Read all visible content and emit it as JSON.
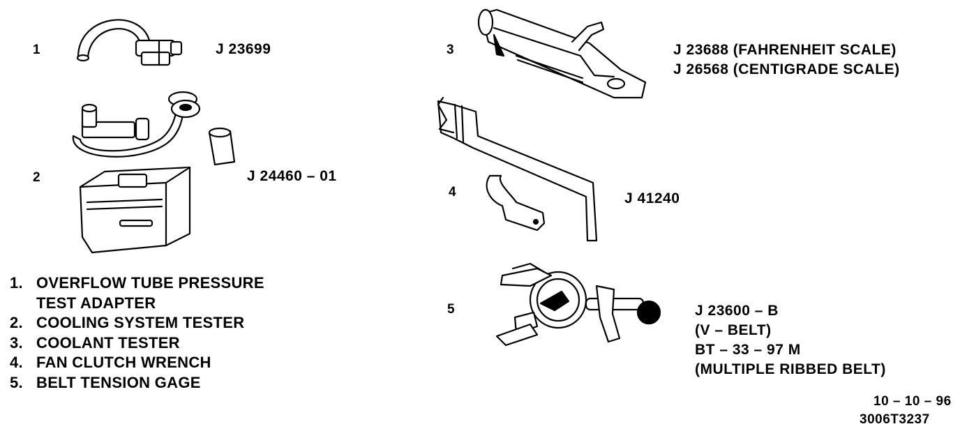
{
  "tools": [
    {
      "number": "1",
      "part": "J 23699"
    },
    {
      "number": "2",
      "part": "J 24460 – 01"
    },
    {
      "number": "3",
      "part_lines": [
        "J 23688 (FAHRENHEIT SCALE)",
        "J 26568 (CENTIGRADE SCALE)"
      ]
    },
    {
      "number": "4",
      "part": "J 41240"
    },
    {
      "number": "5",
      "part_lines": [
        "J 23600 – B",
        "(V – BELT)",
        "BT – 33 – 97 M",
        "(MULTIPLE RIBBED BELT)"
      ]
    }
  ],
  "legend": [
    {
      "n": "1.",
      "lines": [
        "OVERFLOW TUBE PRESSURE",
        "TEST ADAPTER"
      ]
    },
    {
      "n": "2.",
      "lines": [
        "COOLING SYSTEM TESTER"
      ]
    },
    {
      "n": "3.",
      "lines": [
        "COOLANT TESTER"
      ]
    },
    {
      "n": "4.",
      "lines": [
        "FAN CLUTCH WRENCH"
      ]
    },
    {
      "n": "5.",
      "lines": [
        "BELT TENSION GAGE"
      ]
    }
  ],
  "footer": {
    "date": "10 – 10 – 96",
    "figure_id": "3006T3237"
  }
}
